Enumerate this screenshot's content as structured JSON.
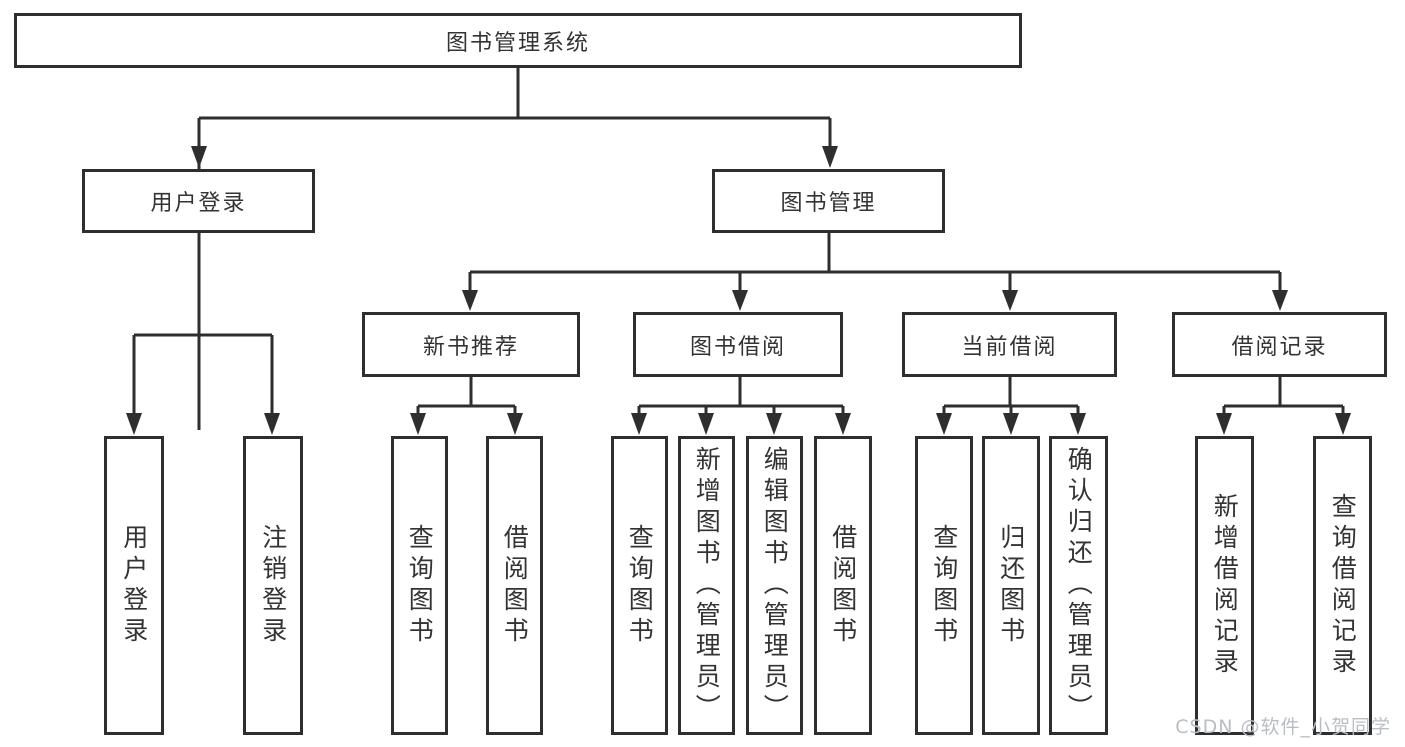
{
  "diagram": {
    "title": "图书管理系统",
    "root": {
      "label": "图书管理系统"
    },
    "level2": [
      {
        "id": "user-login",
        "label": "用户登录"
      },
      {
        "id": "book-management",
        "label": "图书管理"
      }
    ],
    "level3": [
      {
        "id": "new-book-recommend",
        "label": "新书推荐"
      },
      {
        "id": "book-borrow",
        "label": "图书借阅"
      },
      {
        "id": "current-borrow",
        "label": "当前借阅"
      },
      {
        "id": "borrow-records",
        "label": "借阅记录"
      }
    ],
    "leaves": [
      {
        "id": "user-login",
        "label": "用户登录"
      },
      {
        "id": "logout-login",
        "label": "注销登录"
      },
      {
        "id": "query-books-recommend",
        "label": "查询图书"
      },
      {
        "id": "borrow-books-recommend",
        "label": "借阅图书"
      },
      {
        "id": "query-books-borrow",
        "label": "查询图书"
      },
      {
        "id": "add-books-admin",
        "label": "新增图书（管理员）"
      },
      {
        "id": "edit-books-admin",
        "label": "编辑图书（管理员）"
      },
      {
        "id": "borrow-books-borrow",
        "label": "借阅图书"
      },
      {
        "id": "query-books-current",
        "label": "查询图书"
      },
      {
        "id": "return-books",
        "label": "归还图书"
      },
      {
        "id": "confirm-return-admin",
        "label": "确认归还（管理员）"
      },
      {
        "id": "add-borrow-record",
        "label": "新增借阅记录"
      },
      {
        "id": "query-borrow-record",
        "label": "查询借阅记录"
      }
    ],
    "watermark": "CSDN @软件_小贺同学",
    "colors": {
      "line": "#2e2e2e",
      "text": "#333333",
      "background": "#ffffff",
      "watermark": "#b9bec6"
    }
  }
}
